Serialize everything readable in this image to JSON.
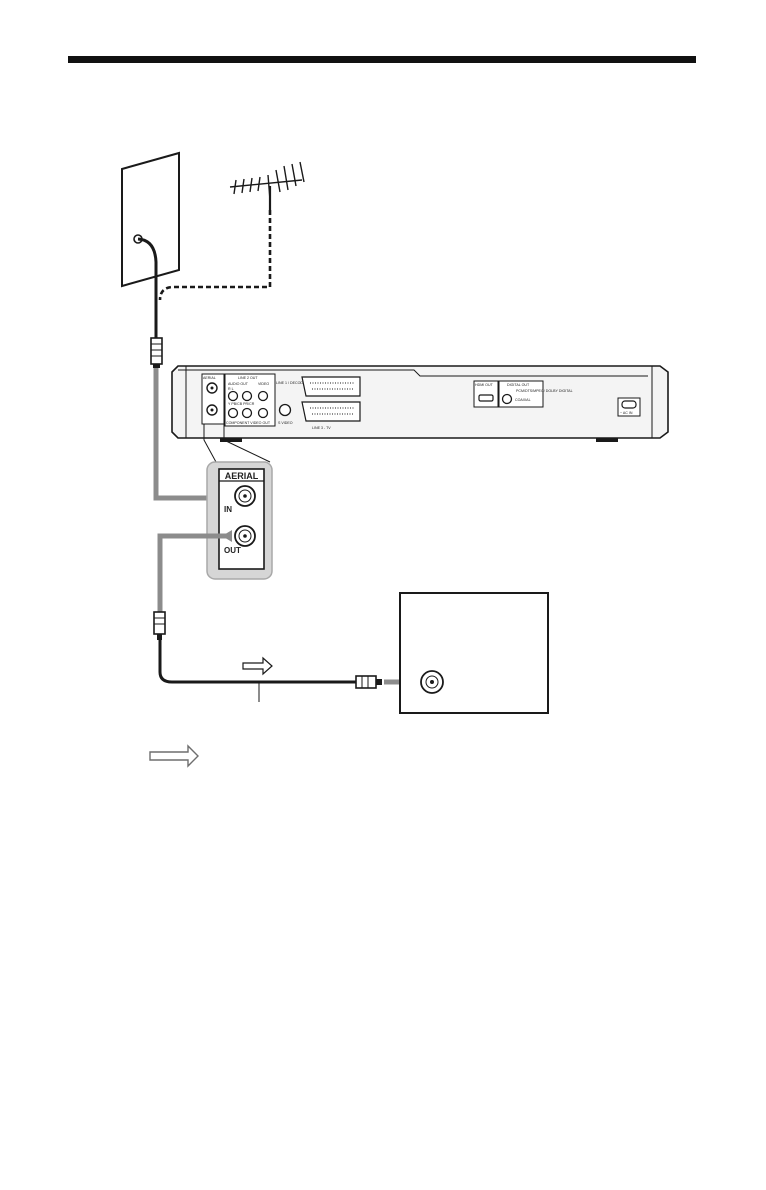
{
  "panel": {
    "aerial_label": "AERIAL",
    "in_label": "IN",
    "out_label": "OUT"
  },
  "rear_panel": {
    "aerial": "AERIAL",
    "line2_out": "LINE 2 OUT",
    "audio_out": "AUDIO OUT",
    "audio_rl": "R    L",
    "video": "VIDEO",
    "line1_decoder": "LINE 1 / DECODER",
    "component_video_out": "COMPONENT VIDEO OUT",
    "y_pb_pr": "Y   PB/CB   PR/CR",
    "s_video": "S VIDEO",
    "line3_tv": "LINE 3 - TV",
    "hdmi_out": "HDMI OUT",
    "digital_out": "DIGITAL OUT",
    "pcm_dts": "PCM/DTS/MPEG/ DOLBY DIGITAL",
    "coaxial": "COAXIAL",
    "ac_in": "~ AC IN"
  },
  "colors": {
    "line": "#1a1a1a",
    "cable_grey": "#8c8c8c",
    "panel_bg": "#d6d6d6",
    "device_fill": "#f4f4f4"
  }
}
